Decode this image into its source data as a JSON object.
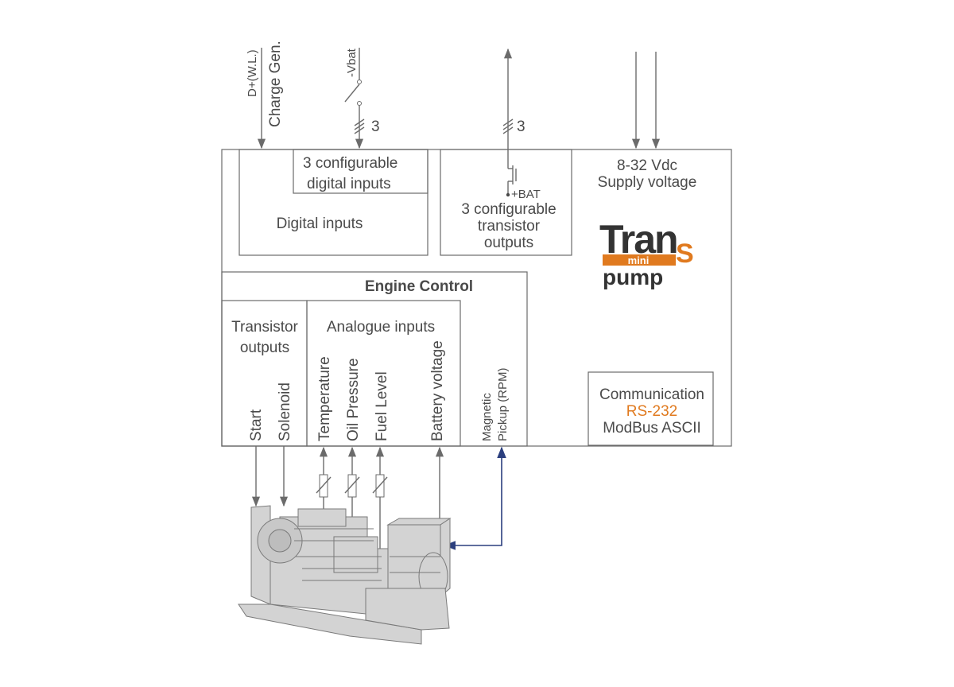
{
  "top_inputs": {
    "charge_gen_line1": "D+(W.L.)",
    "charge_gen_line2": "Charge Gen.",
    "vbat": "-Vbat",
    "digital_count": "3",
    "transistor_count": "3"
  },
  "digital_block": {
    "config_line1": "3 configurable",
    "config_line2": "digital inputs",
    "title": "Digital inputs"
  },
  "transistor_out_block": {
    "bat_label": "+BAT",
    "line1": "3 configurable",
    "line2": "transistor",
    "line3": "outputs"
  },
  "supply": {
    "voltage": "8-32 Vdc",
    "label": "Supply voltage"
  },
  "logo": {
    "word1": "Tran",
    "accent_letter": "S",
    "mini": "mini",
    "word2": "pump",
    "accent_color": "#e07a1f"
  },
  "engine_control": {
    "title": "Engine Control",
    "transistor_outputs_line1": "Transistor",
    "transistor_outputs_line2": "outputs",
    "start": "Start",
    "solenoid": "Solenoid",
    "analogue_title": "Analogue inputs",
    "temperature": "Temperature",
    "oil_pressure": "Oil Pressure",
    "fuel_level": "Fuel Level",
    "battery_voltage": "Battery voltage",
    "magnetic_line1": "Magnetic",
    "magnetic_line2": "Pickup (RPM)"
  },
  "communication": {
    "title": "Communication",
    "rs232": "RS-232",
    "modbus": "ModBus ASCII"
  }
}
